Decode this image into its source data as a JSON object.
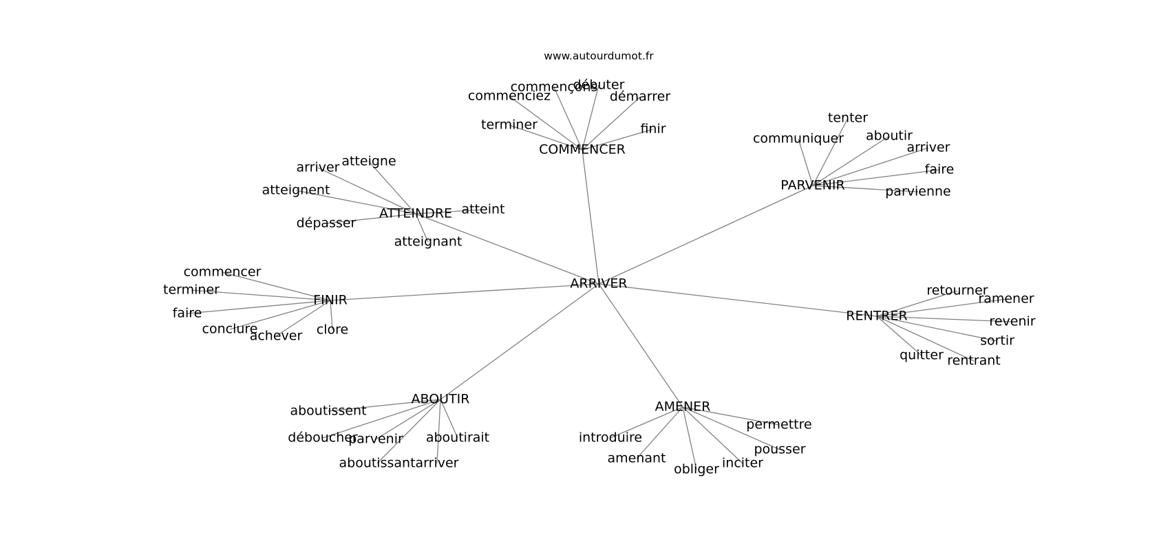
{
  "source": "www.autourdumot.fr",
  "colors": {
    "edge": "#808080",
    "text": "#000000",
    "background": "#ffffff"
  },
  "graph": {
    "center": "ARRIVER",
    "clusters": [
      {
        "hub": "COMMENCER",
        "words": [
          "commenciez",
          "commençons",
          "débuter",
          "démarrer",
          "terminer",
          "finir"
        ]
      },
      {
        "hub": "PARVENIR",
        "words": [
          "tenter",
          "communiquer",
          "aboutir",
          "arriver",
          "faire",
          "parvienne"
        ]
      },
      {
        "hub": "ATTEINDRE",
        "words": [
          "arriver",
          "atteigne",
          "atteignent",
          "atteint",
          "dépasser",
          "atteignant"
        ]
      },
      {
        "hub": "FINIR",
        "words": [
          "commencer",
          "terminer",
          "faire",
          "conclure",
          "achever",
          "clore"
        ]
      },
      {
        "hub": "RENTRER",
        "words": [
          "retourner",
          "ramener",
          "revenir",
          "sortir",
          "rentrant",
          "quitter"
        ]
      },
      {
        "hub": "ABOUTIR",
        "words": [
          "aboutissent",
          "déboucher",
          "parvenir",
          "aboutirait",
          "aboutissant",
          "arriver"
        ]
      },
      {
        "hub": "AMENER",
        "words": [
          "permettre",
          "introduire",
          "pousser",
          "amenant",
          "obliger",
          "inciter"
        ]
      }
    ]
  }
}
